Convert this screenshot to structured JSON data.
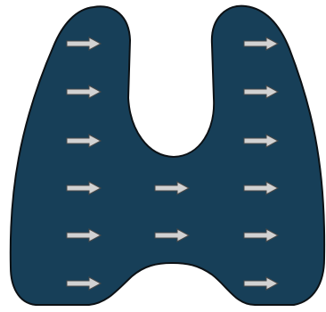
{
  "diagram": {
    "shape": "u-shaped-lung-outline",
    "fill_color": "#173f58",
    "stroke_color": "#0c1115",
    "arrow_fill_color": "#d2d2d2",
    "arrow_stroke_color": "#4a4a4a",
    "arrow_direction": "right",
    "arrow_icon": "right-arrow-icon",
    "arrow_rows": [
      {
        "row": 1,
        "columns": [
          "left",
          "right"
        ]
      },
      {
        "row": 2,
        "columns": [
          "left",
          "right"
        ]
      },
      {
        "row": 3,
        "columns": [
          "left",
          "right"
        ]
      },
      {
        "row": 4,
        "columns": [
          "left",
          "center",
          "right"
        ]
      },
      {
        "row": 5,
        "columns": [
          "left",
          "center",
          "right"
        ]
      },
      {
        "row": 6,
        "columns": [
          "left",
          "right"
        ]
      }
    ]
  }
}
